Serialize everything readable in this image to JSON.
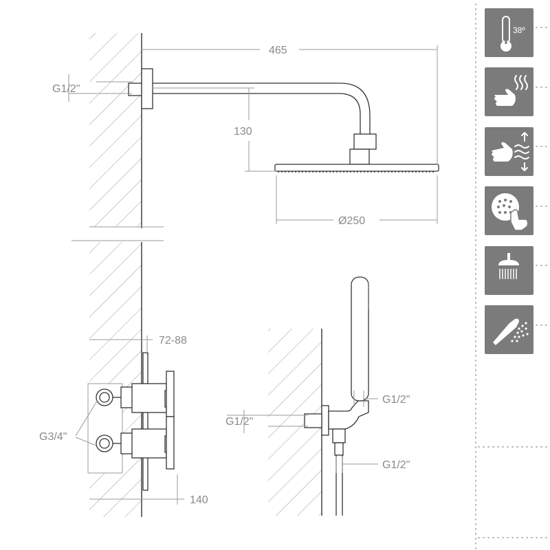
{
  "dimensions": {
    "arm_length": "465",
    "arm_thread": "G1/2\"",
    "arm_drop": "130",
    "head_diameter": "Ø250",
    "valve_depth": "72-88",
    "valve_inlet": "G3/4\"",
    "valve_box": "140",
    "outlet_thread": "G1/2\"",
    "holder_thread": "G1/2\"",
    "hose_thread": "G1/2\""
  },
  "feature_icons": [
    {
      "name": "thermostat-icon",
      "label": "38º"
    },
    {
      "name": "hand-steam-icon"
    },
    {
      "name": "hand-flow-adjust-icon"
    },
    {
      "name": "anti-lime-nozzles-icon"
    },
    {
      "name": "rain-shower-icon"
    },
    {
      "name": "hand-shower-spray-icon"
    }
  ],
  "colors": {
    "icon_tile": "#7b7b7b",
    "drawing_line": "#333333",
    "dimension_text": "#8a8a8a"
  }
}
